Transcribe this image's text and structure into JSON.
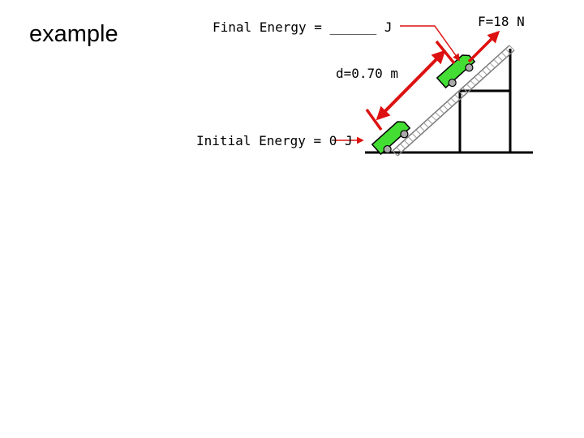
{
  "slide": {
    "title": "example"
  },
  "diagram": {
    "labels": {
      "final_energy": "Final Energy = ______ J",
      "force": "F=18 N",
      "distance": "d=0.70 m",
      "initial_energy": "Initial Energy = 0 J"
    },
    "colors": {
      "arrow": "#dd1111",
      "cart": "#44dd33",
      "ground": "#000000",
      "ramp_hatch": "#999999"
    }
  }
}
